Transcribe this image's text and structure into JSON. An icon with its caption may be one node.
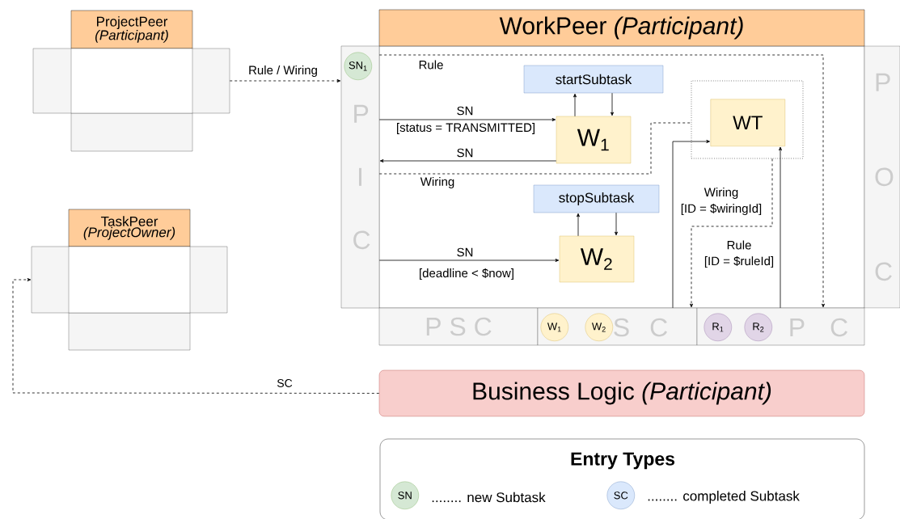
{
  "diagram": {
    "nodes": [
      {
        "text": [
          "ProjectPeer *(Participant)*"
        ]
      },
      {
        "text": [],
        "shape": "box"
      },
      {
        "text": [
          "TaskPeer *(ProjectOwner)*"
        ]
      },
      {
        "text": [],
        "shape": "box"
      },
      {
        "text": [
          "WorkPeer *(Participant)*"
        ]
      },
      {
        "text": [
          "P I C"
        ]
      },
      {
        "text": [
          "SN$_{1}$"
        ],
        "in": 5
      },
      {
        "text": [
          "startSubtask"
        ]
      },
      {
        "text": [
          "W$_{1}$"
        ]
      },
      {
        "text": [],
        "shape": "box"
      },
      {
        "text": [
          "WT"
        ],
        "in": 9
      },
      {
        "text": [
          "stopSubtask"
        ]
      },
      {
        "text": [
          "W$_{2}$"
        ]
      },
      {
        "text": [
          "P O C"
        ]
      },
      {
        "text": [
          "P S C"
        ]
      },
      {
        "text": [
          "S C"
        ]
      },
      {
        "text": [
          "W$_{1}$"
        ],
        "in": 15
      },
      {
        "text": [
          "W$_{2}$"
        ],
        "in": 15
      },
      {
        "text": [
          "P C"
        ]
      },
      {
        "text": [
          "R$_{1}$"
        ],
        "in": 18
      },
      {
        "text": [
          "R$_{2}$"
        ],
        "in": 18
      },
      {
        "text": [
          "Business Logic *(Participant)*"
        ]
      },
      {
        "text": [
          "Entry Types"
        ]
      },
      {
        "text": [
          "SN"
        ],
        "in": 22,
        "beside": [
          "........ new Subtask"
        ]
      },
      {
        "text": [
          "SC"
        ],
        "in": 22,
        "beside": [
          "........ completed Subtask"
        ]
      }
    ],
    "edges": [
      {
        "from": 1,
        "to": 5,
        "arrow": "to",
        "style": "dashed",
        "label": "Rule / Wiring"
      },
      {
        "from": 5,
        "to": 8,
        "arrow": "to",
        "label": "SN"
      },
      {
        "from": 8,
        "to": 5,
        "arrow": "to",
        "label": "SN"
      },
      {
        "from": 5,
        "to": 12,
        "arrow": "to",
        "label": "SN"
      },
      {
        "from": 8,
        "to": 7,
        "arrow": "to"
      },
      {
        "from": 7,
        "to": 8,
        "arrow": "to"
      },
      {
        "from": 12,
        "to": 11,
        "arrow": "to"
      },
      {
        "from": 11,
        "to": 12,
        "arrow": "to"
      },
      {
        "from": 5,
        "to": 9,
        "arrow": "none",
        "style": "dashed",
        "label": "Wiring"
      },
      {
        "from": 9,
        "to": 15,
        "arrow": "to",
        "style": "dashed"
      },
      {
        "from": 15,
        "to": 10,
        "arrow": "to",
        "label": "Wiring"
      },
      {
        "from": 5,
        "to": 18,
        "arrow": "to",
        "style": "dashed",
        "label": "Rule"
      },
      {
        "from": 18,
        "to": 10,
        "arrow": "to",
        "label": "Rule"
      },
      {
        "from": 21,
        "to": 3,
        "arrow": "to",
        "style": "dashed",
        "label": "SC"
      }
    ],
    "labels": [
      "[status = TRANSMITTED]",
      "[ID = $wiringId]",
      "[ID = $ruleId]",
      "[deadline < $now]"
    ]
  }
}
